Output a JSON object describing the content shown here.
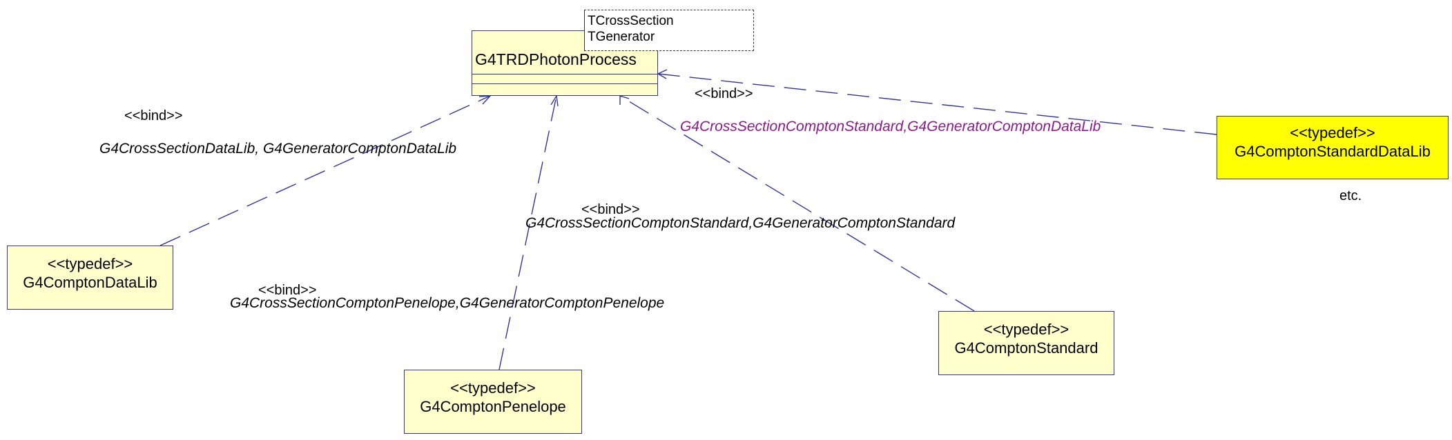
{
  "template_class": {
    "name": "G4TRDPhotonProcess",
    "params": [
      "TCrossSection",
      "TGenerator"
    ]
  },
  "bound_classes": [
    {
      "id": "compton-datalib",
      "stereotype": "<<typedef>>",
      "name": "G4ComptonDataLib"
    },
    {
      "id": "compton-penelope",
      "stereotype": "<<typedef>>",
      "name": "G4ComptonPenelope"
    },
    {
      "id": "compton-standard",
      "stereotype": "<<typedef>>",
      "name": "G4ComptonStandard"
    },
    {
      "id": "compton-standard-datalib",
      "stereotype": "<<typedef>>",
      "name": "G4ComptonStandardDataLib"
    }
  ],
  "bindings": [
    {
      "stereotype": "<<bind>>",
      "args": "G4CrossSectionDataLib, G4GeneratorComptonDataLib"
    },
    {
      "stereotype": "<<bind>>",
      "args": "G4CrossSectionComptonPenelope,G4GeneratorComptonPenelope"
    },
    {
      "stereotype": "<<bind>>",
      "args": "G4CrossSectionComptonStandard,G4GeneratorComptonStandard"
    },
    {
      "stereotype": "<<bind>>",
      "args": "G4CrossSectionComptonStandard,G4GeneratorComptonDataLib"
    }
  ],
  "note": "etc.",
  "colors": {
    "class_fill": "#ffffcc",
    "highlight_fill": "#ffff00",
    "link_stroke": "#33339a",
    "purple_text": "#8b1a8b"
  }
}
